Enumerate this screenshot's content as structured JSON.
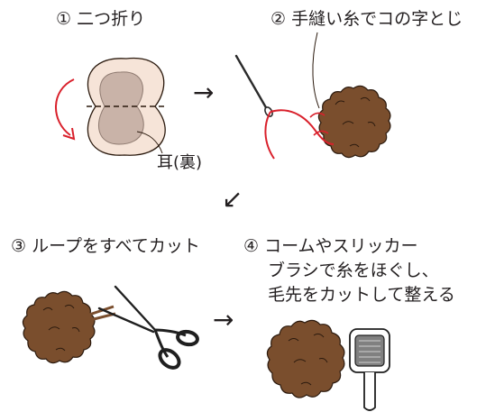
{
  "steps": [
    {
      "number": "①",
      "lines": [
        "二つ折り"
      ]
    },
    {
      "number": "②",
      "lines": [
        "手縫い糸でコの字とじ"
      ]
    },
    {
      "number": "③",
      "lines": [
        "ループをすべてカット"
      ]
    },
    {
      "number": "④",
      "lines": [
        "コームやスリッカー",
        "ブラシで糸をほぐし、",
        "毛先をカットして整える"
      ]
    }
  ],
  "labels": {
    "ear_back": "耳(裏)"
  },
  "flow_arrows": [
    "→",
    "↙",
    "→"
  ],
  "colors": {
    "fur": "#7a4e2d",
    "fur_outline": "#2b1a0e",
    "felt_outer": "#f6e4d8",
    "felt_inner": "#c9b3a8",
    "thread": "#d9202b",
    "fold_arrow": "#d9202b",
    "needle": "#2a2a2a",
    "scissors": "#1f1f1f",
    "brush_head": "#808080"
  },
  "icons": [
    "fold-arrow-icon",
    "needle-icon",
    "scissors-icon",
    "slicker-brush-icon",
    "pompom-icon"
  ]
}
